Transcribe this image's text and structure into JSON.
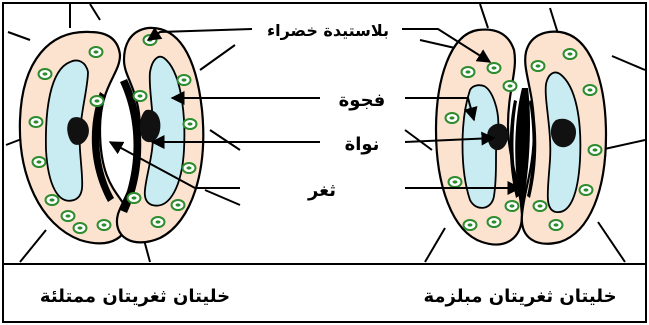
{
  "labels": {
    "chloroplast": "بلاستيدة خضراء",
    "vacuole": "فجوة",
    "nucleus": "نواة",
    "stoma": "ثغر"
  },
  "captions": {
    "turgid": "خليتان ثغريتان ممتلئة",
    "plasmolysed": "خليتان ثغريتان مبلزمة"
  },
  "colors": {
    "cytoplasm": "#fbe3cf",
    "vacuole": "#c9ecf3",
    "chloroplast": "#2e8b2e",
    "outline": "#000000"
  }
}
